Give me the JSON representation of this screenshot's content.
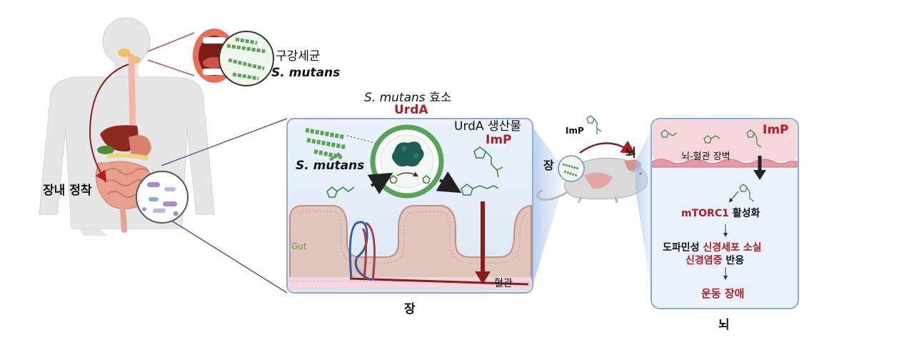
{
  "oral": {
    "label": "구강세균",
    "species": "S. mutans"
  },
  "body": {
    "colonization_label": "장내 정착"
  },
  "gut_panel": {
    "enzyme_species": "S. mutans",
    "enzyme_suffix": "효소",
    "enzyme_name": "UrdA",
    "product_title": "UrdA 생산물",
    "product_name": "ImP",
    "bacteria_label": "S. mutans",
    "gut_tag": "Gut",
    "vessel_label": "혈관",
    "caption": "장"
  },
  "mouse": {
    "imp_label": "ImP",
    "gut_label": "장",
    "brain_label": "뇌"
  },
  "brain_panel": {
    "imp_label": "ImP",
    "bbb_label": "뇌-혈관 장벽",
    "mtorc1": "mTORC1",
    "mtorc1_suffix": "활성화",
    "neuron_prefix": "도파민성",
    "neuron_loss": "신경세포 소실",
    "inflammation": "신경염증",
    "inflammation_suffix": "반응",
    "outcome": "운동 장애",
    "caption": "뇌"
  },
  "colors": {
    "accent_red": "#b01e23",
    "panel_border": "#8ea9d6",
    "panel_fill": "#eaf1fb",
    "bacteria_green": "#58a357",
    "enzyme_teal": "#1f5c55",
    "body_gray": "#e3e3e3",
    "vessel_blue": "#2f5f99"
  }
}
